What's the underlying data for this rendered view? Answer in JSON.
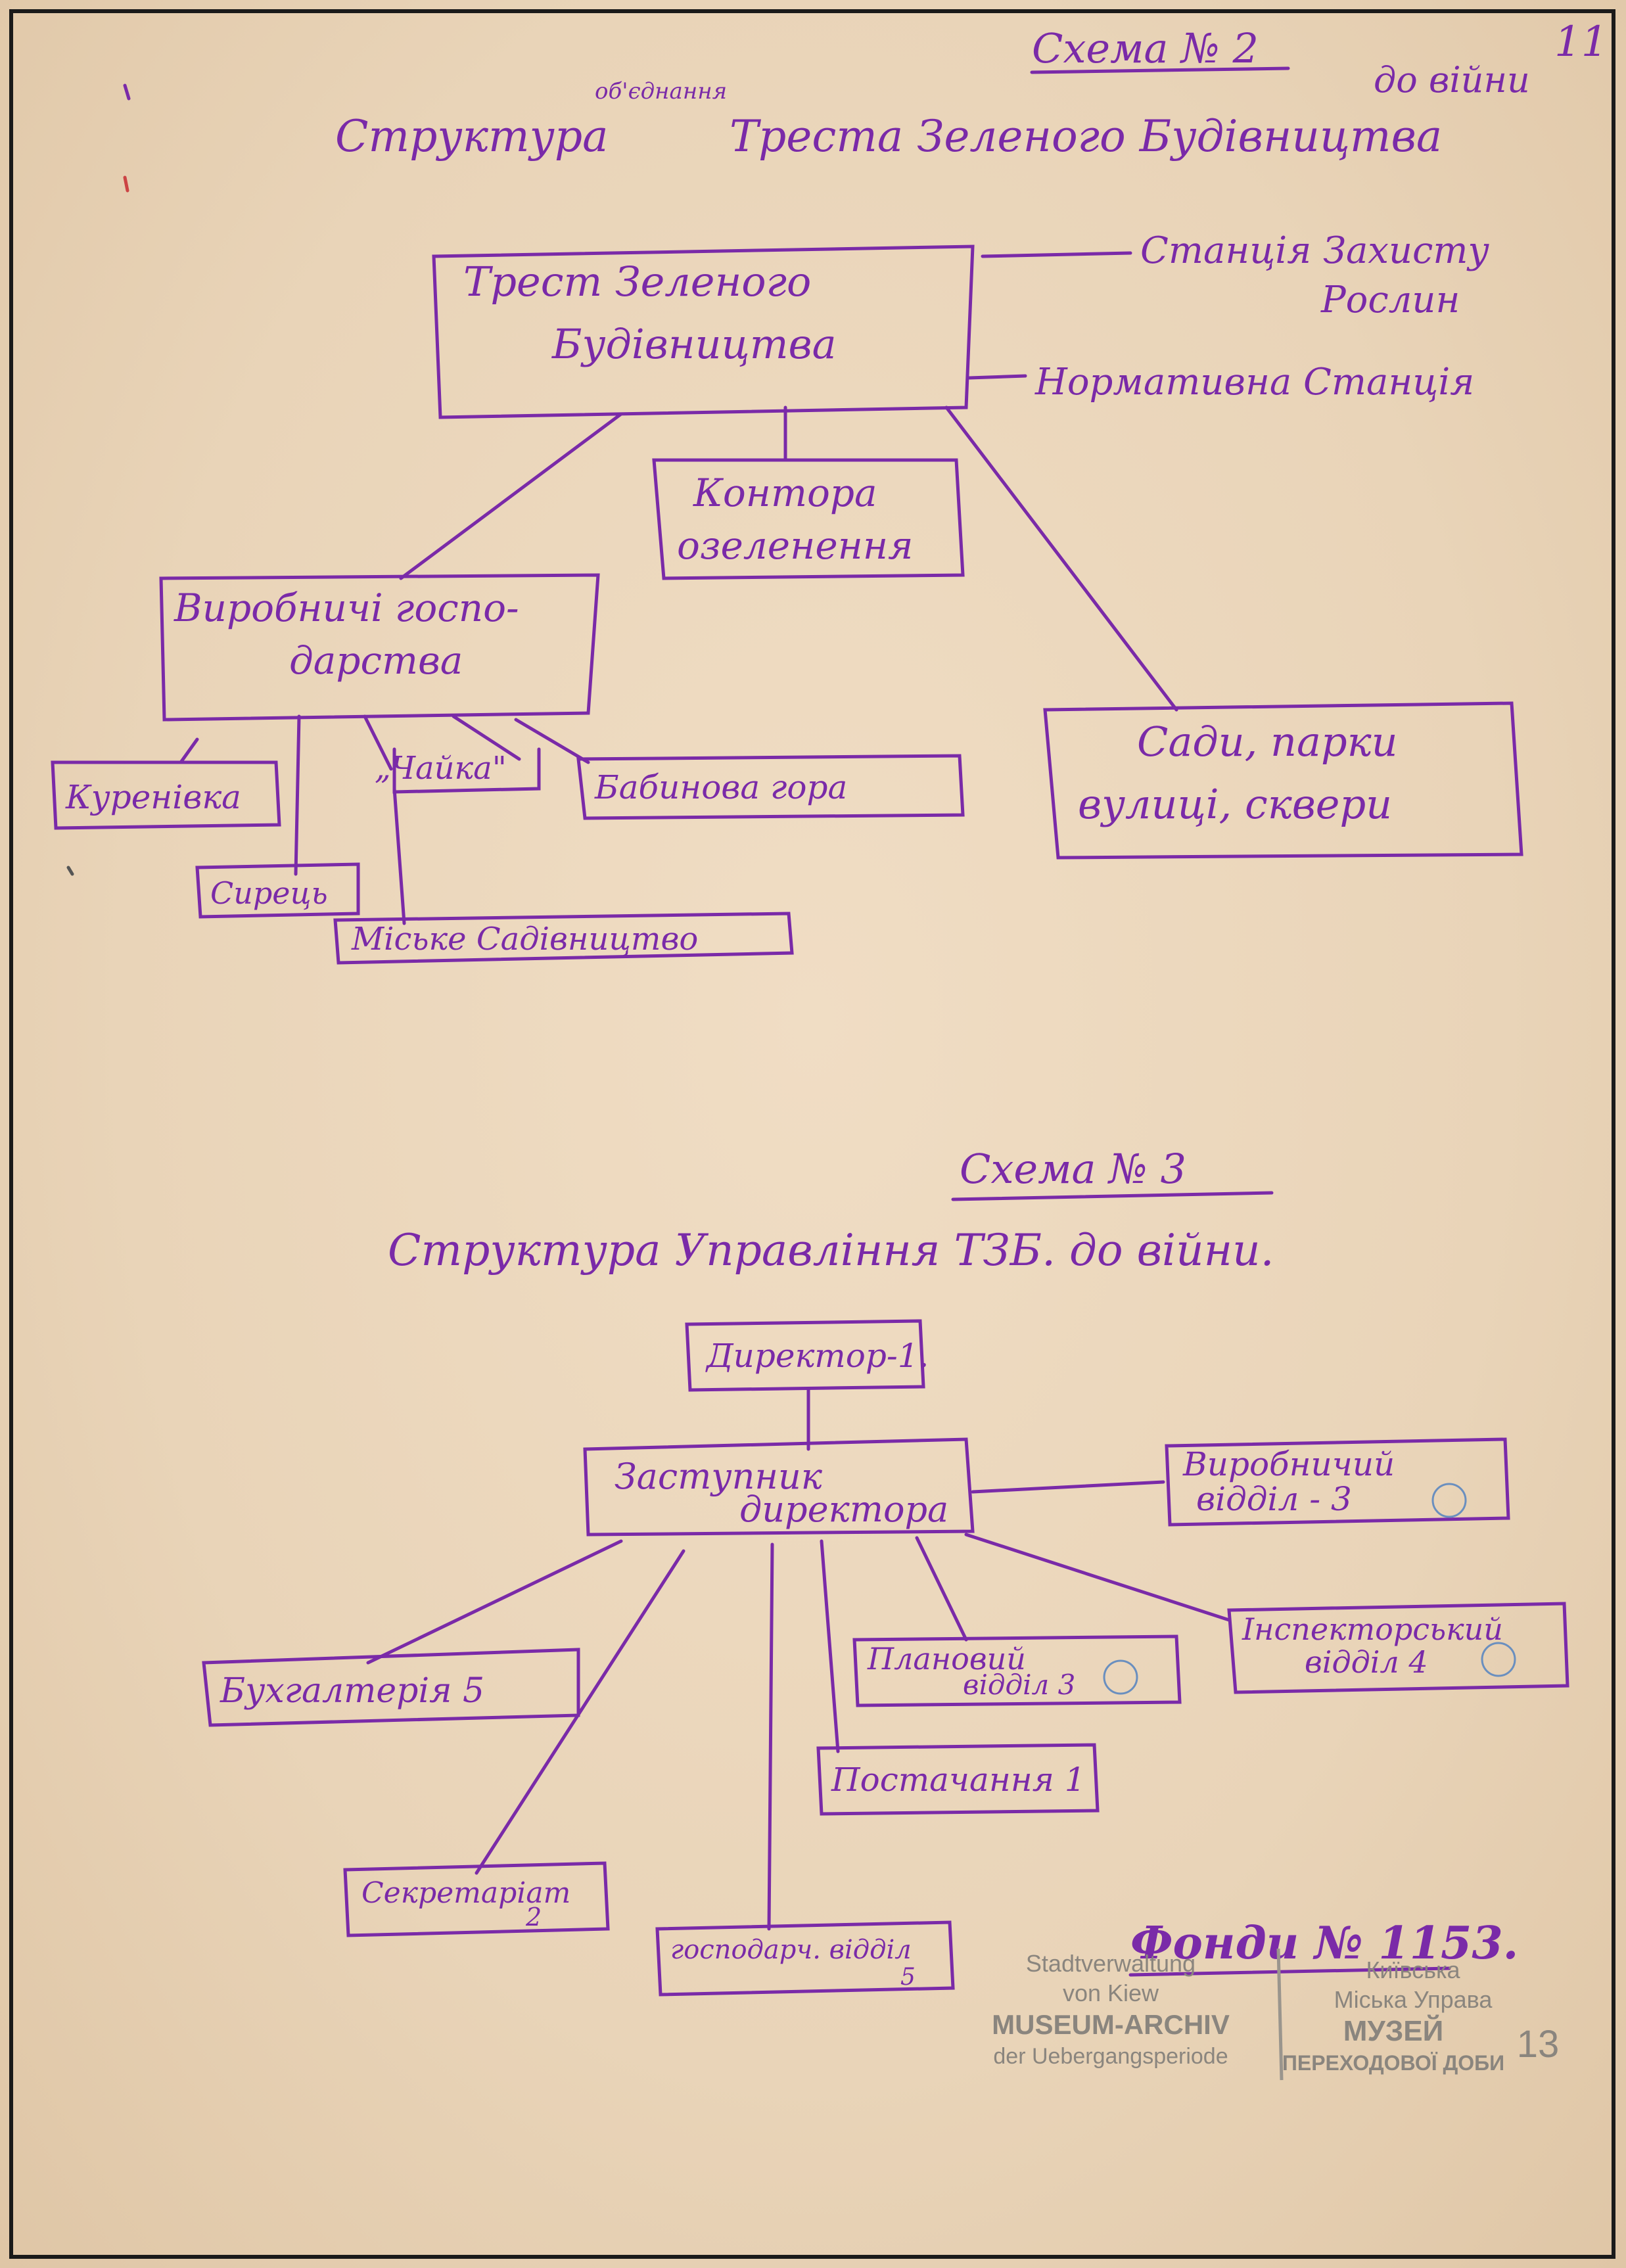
{
  "page_number": "11",
  "scheme2": {
    "label": "Схема № 2",
    "period": "до війни",
    "title_pre": "Структура",
    "title_insert": "об'єднання",
    "title_post": "Треста Зеленого Будівництва",
    "root": {
      "line1": "Трест Зеленого",
      "line2": "Будівництва"
    },
    "side_units": [
      {
        "line1": "Станція Захисту",
        "line2": "Рослин"
      },
      {
        "line1": "Нормативна Станція",
        "line2": ""
      }
    ],
    "kontora": {
      "line1": "Контора",
      "line2": "озеленення"
    },
    "farms": {
      "line1": "Виробничі госпо-",
      "line2": "дарства"
    },
    "gardens": {
      "line1": "Сади, парки",
      "line2": "вулиці, сквери"
    },
    "farm_units": [
      "Куренівка",
      "„Чайка\"",
      "Бабинова гора",
      "Сирець",
      "Міське Садівництво"
    ]
  },
  "scheme3": {
    "label": "Схема № 3",
    "title": "Структура Управління ТЗБ. до війни.",
    "director": "Директор-1.",
    "deputy": {
      "line1": "Заступник",
      "line2": "директора"
    },
    "production": {
      "line1": "Виробничий",
      "line2": "відділ - 3"
    },
    "inspection": {
      "line1": "Інспекторський",
      "line2": "відділ 4"
    },
    "planning": {
      "line1": "Плановий",
      "line2": "відділ 3"
    },
    "bookkeeping": "Бухгалтерія 5",
    "supply": "Постачання 1",
    "secretariat": {
      "line1": "Секретаріат",
      "line2": "2"
    },
    "economic": {
      "line1": "господарч. відділ",
      "line2": "5"
    }
  },
  "fond": "Фонди № 1153.",
  "stamp": {
    "left": [
      "Stadtverwaltung",
      "von Kiew",
      "MUSEUM-ARCHIV",
      "der Uebergangsperiode"
    ],
    "right": [
      "Київська",
      "Міська Управа",
      "МУЗЕЙ",
      "ПЕРЕХОДОВОЇ ДОБИ"
    ],
    "number": "13"
  }
}
